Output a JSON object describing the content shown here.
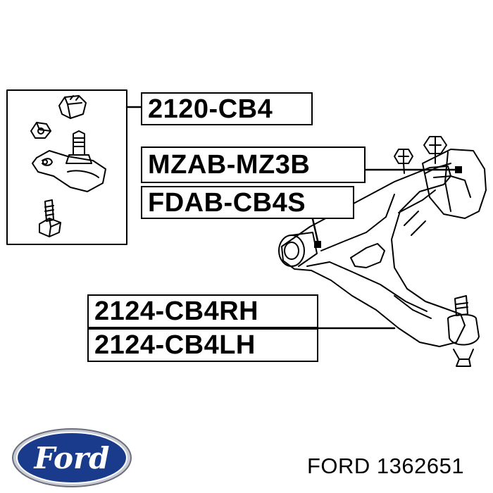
{
  "parts": {
    "ball_joint": "2120-CB4",
    "rear_bushing": "MZAB-MZ3B",
    "front_bushing": "FDAB-CB4S",
    "arm_right": "2124-CB4RH",
    "arm_left": "2124-CB4LH"
  },
  "footer": {
    "brand_part": "FORD 1362651",
    "logo_text": "Ford"
  },
  "colors": {
    "line": "#000000",
    "logo_blue": "#1a3b8c",
    "logo_white": "#ffffff"
  }
}
